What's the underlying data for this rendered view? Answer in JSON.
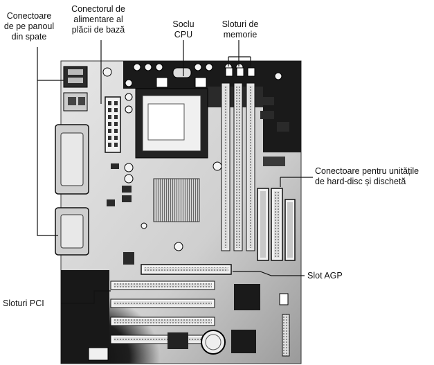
{
  "labels": {
    "rear_panel": [
      "Conectoare",
      "de pe panoul",
      "din spate"
    ],
    "power_connector": [
      "Conectorul de",
      "alimentare al",
      "plăcii de bază"
    ],
    "cpu_socket": [
      "Soclu",
      "CPU"
    ],
    "memory_slots": [
      "Sloturi de",
      "memorie"
    ],
    "drive_connectors": [
      "Conectoare pentru unitățile",
      "de hard-disc și dischetă"
    ],
    "agp_slot": [
      "Slot AGP"
    ],
    "pci_slots": [
      "Sloturi PCI"
    ]
  },
  "colors": {
    "board": "#d9d9d9",
    "dark": "#141414",
    "ink": "#111111"
  }
}
